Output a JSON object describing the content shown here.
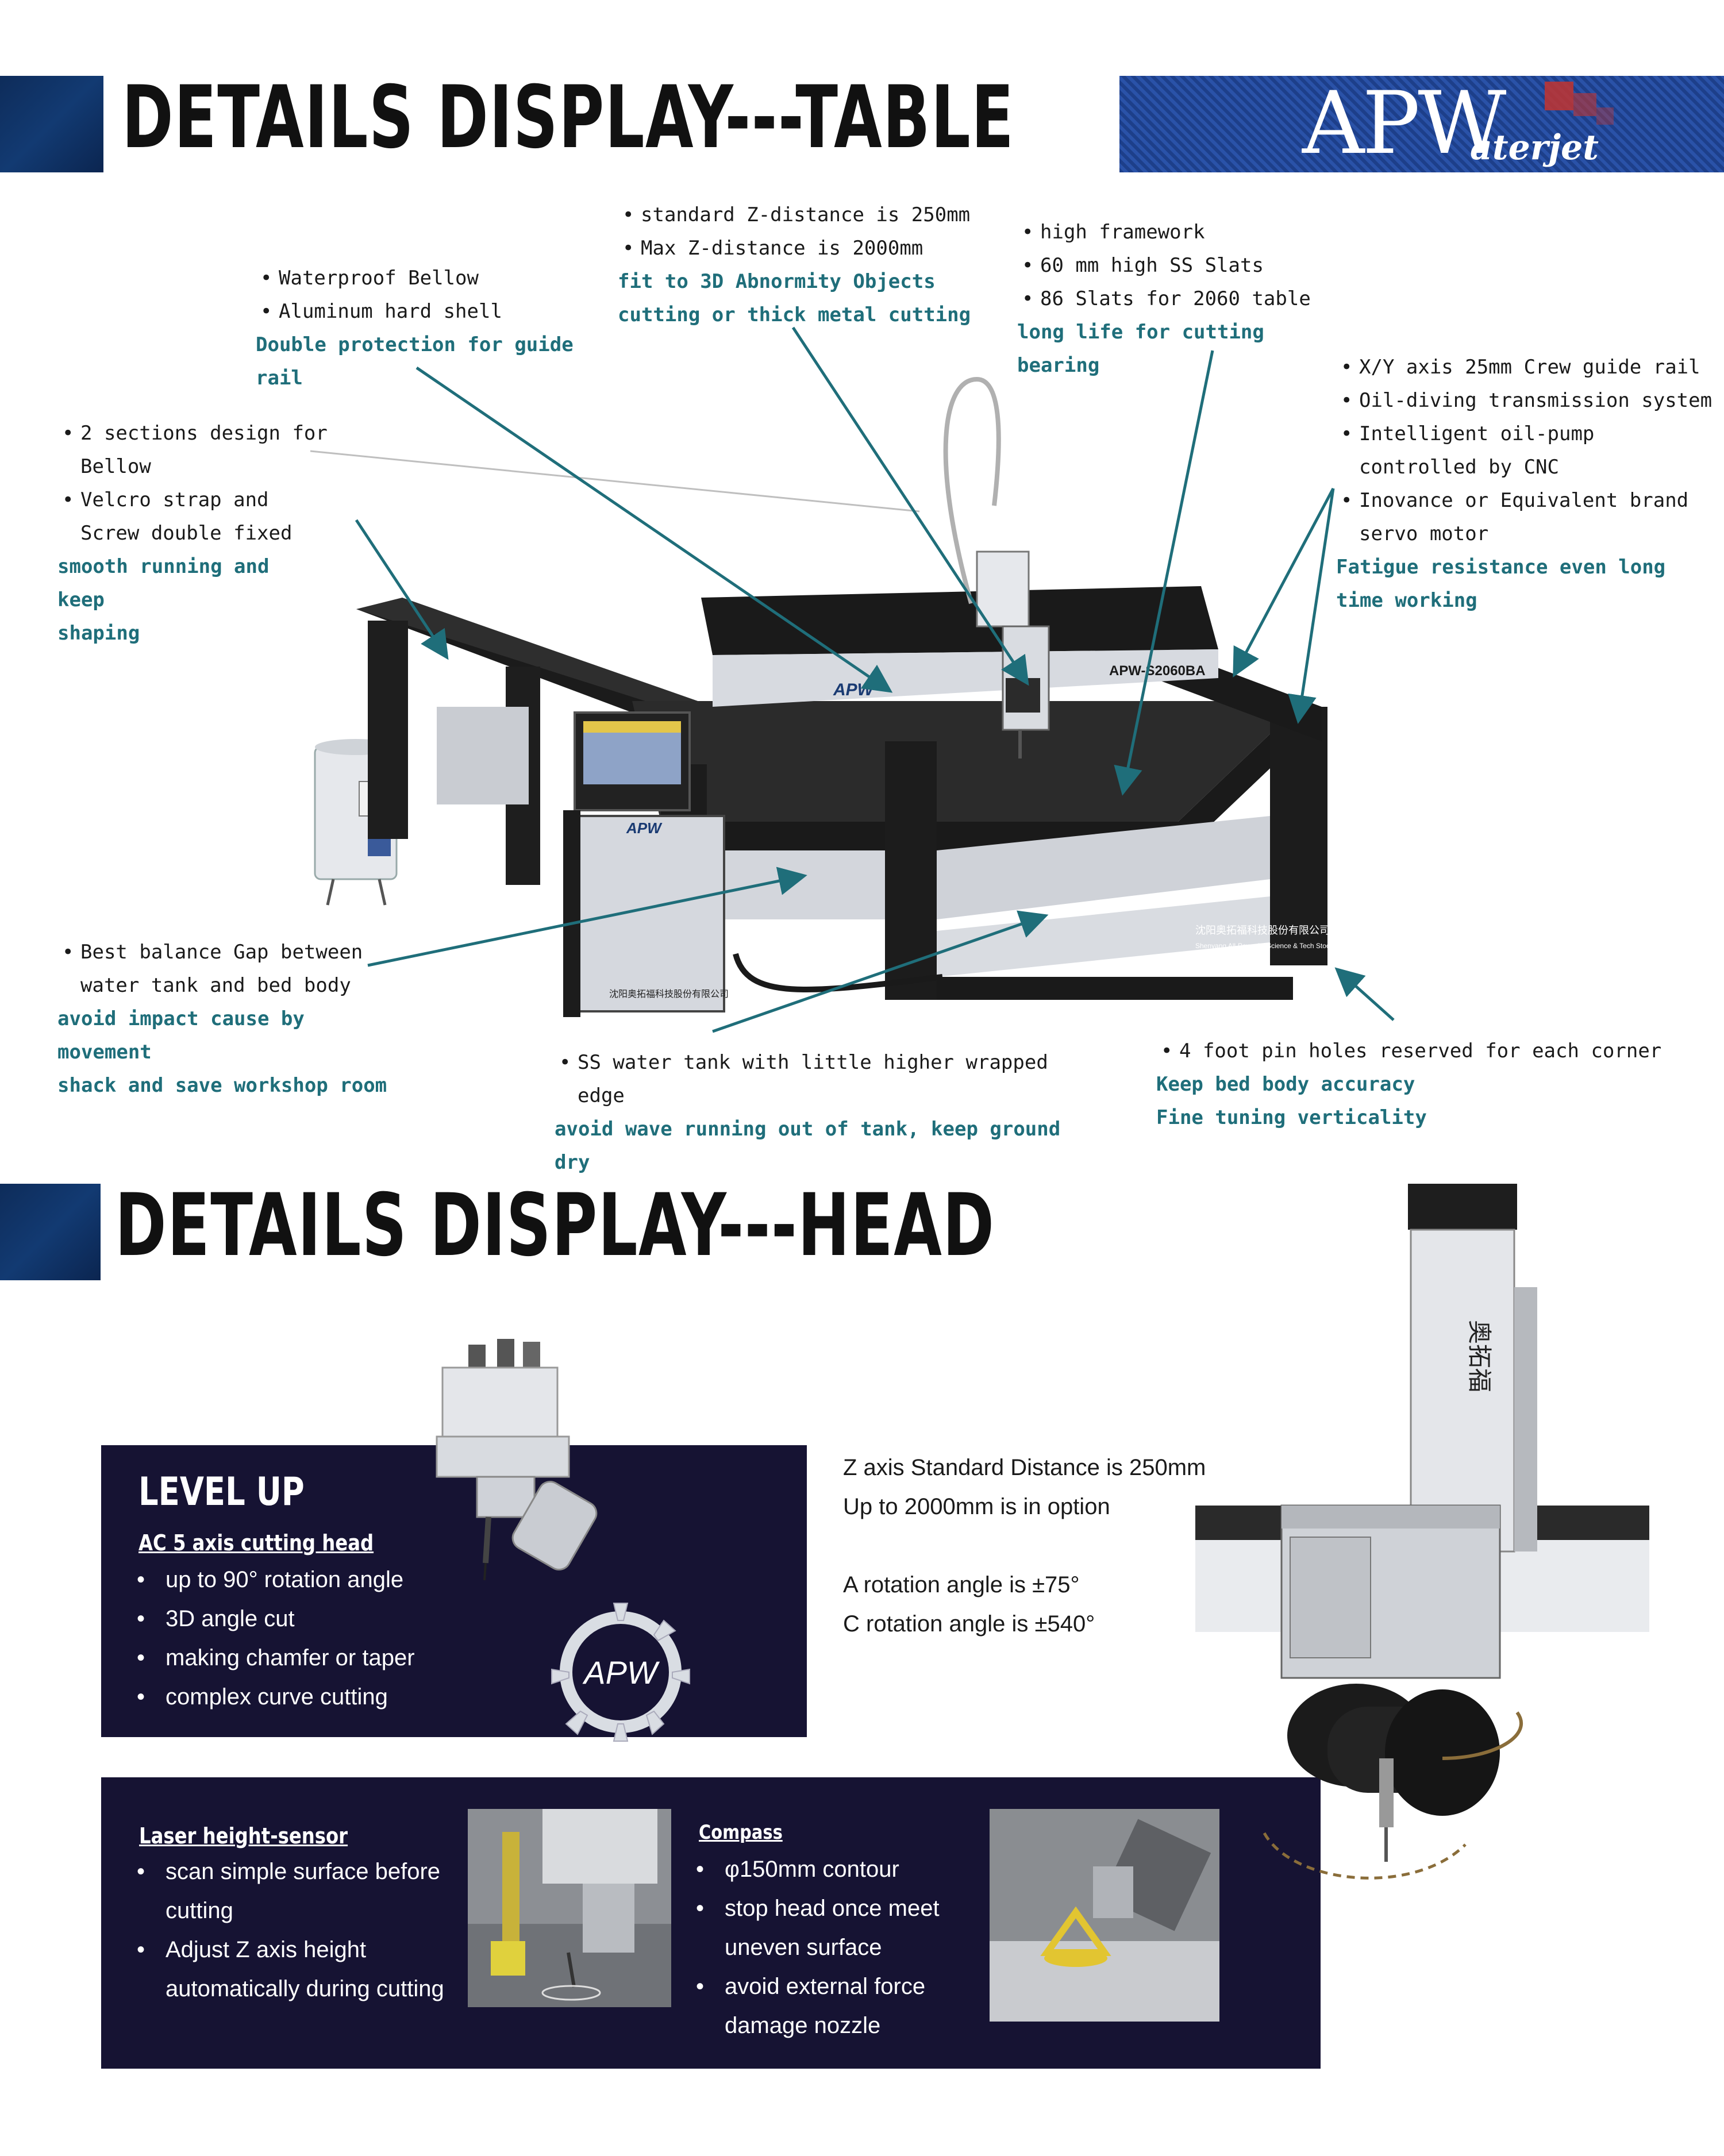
{
  "table_section": {
    "title": "DETAILS DISPLAY---TABLE"
  },
  "head_section": {
    "title": "DETAILS DISPLAY---HEAD"
  },
  "logo": {
    "main": "APW",
    "sub": "aterjet"
  },
  "annotations": {
    "bellow": {
      "bullets": [
        "Waterproof Bellow",
        "Aluminum hard shell"
      ],
      "highlight": "Double protection for guide rail"
    },
    "zdistance": {
      "bullets": [
        "standard Z-distance is 250mm",
        "Max Z-distance is 2000mm"
      ],
      "highlight": [
        "fit to 3D Abnormity Objects",
        "cutting or thick metal cutting"
      ]
    },
    "framework": {
      "bullets": [
        "high framework",
        "60 mm high SS Slats",
        "86 Slats for 2060 table"
      ],
      "highlight": "long life for cutting bearing"
    },
    "guide_rail": {
      "bullets": [
        "X/Y axis 25mm Crew guide rail",
        "Oil-diving transmission system",
        "Intelligent oil-pump controlled by CNC",
        "Inovance or Equivalent brand servo motor"
      ],
      "highlight": [
        "Fatigue resistance even long",
        "time working"
      ]
    },
    "sections": {
      "bullets": [
        "2 sections design for Bellow",
        "Velcro strap and Screw double fixed"
      ],
      "highlight": [
        "smooth running and keep",
        "shaping"
      ]
    },
    "balance": {
      "bullets": [
        "Best balance Gap between water tank and bed body"
      ],
      "highlight": [
        "avoid impact cause by movement",
        "shack and save workshop room"
      ]
    },
    "tank": {
      "bullets": [
        "SS water tank with little higher wrapped edge"
      ],
      "highlight": "avoid wave running out of tank, keep ground dry"
    },
    "foot": {
      "bullets": [
        "4 foot pin holes reserved for each corner"
      ],
      "highlight": [
        "Keep bed body accuracy",
        "Fine tuning verticality"
      ]
    }
  },
  "machine": {
    "gantry_label": "APW-S2060BA",
    "brand": "APW",
    "company_cn": "沈阳奥拓福科技股份有限公司",
    "company_en": "Shenyang All-Powerful Science & Tech Stock Co.,Ltd"
  },
  "level_up": {
    "title": "LEVEL UP",
    "subtitle": "AC 5 axis cutting head",
    "items": [
      "up to 90° rotation angle",
      "3D angle cut",
      "making chamfer or taper",
      "complex curve cutting"
    ],
    "emblem": "APW"
  },
  "head_info": {
    "lines": [
      "Z axis Standard Distance is 250mm",
      "Up to 2000mm is in option",
      "",
      "A rotation angle is ±75°",
      "C rotation angle is ±540°"
    ],
    "head_brand_cn": "奥拓福"
  },
  "sensor": {
    "laser_title": "Laser height-sensor",
    "laser_items": [
      "scan simple surface before cutting",
      "Adjust Z axis height automatically during cutting"
    ],
    "compass_title": "Compass",
    "compass_items": [
      "φ150mm contour",
      "stop head once meet uneven surface",
      "avoid external force damage nozzle"
    ]
  },
  "colors": {
    "highlight": "#1f6e7a",
    "arrow": "#1f6e7a",
    "panel_bg": "#161333",
    "header_block": "#0e2c5a"
  }
}
